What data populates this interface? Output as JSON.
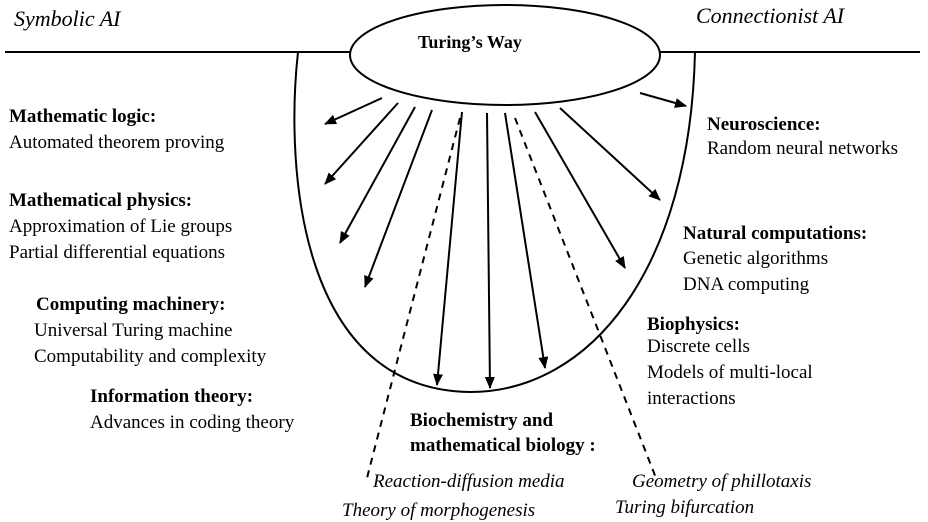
{
  "header": {
    "left": "Symbolic AI",
    "right": "Connectionist AI"
  },
  "center": "Turing’s Way",
  "left_groups": [
    {
      "title": "Mathematic logic:",
      "items": [
        "Automated theorem proving"
      ]
    },
    {
      "title": "Mathematical physics:",
      "items": [
        "Approximation of Lie groups",
        "Partial differential equations"
      ]
    },
    {
      "title": "Computing machinery:",
      "items": [
        "Universal Turing machine",
        "Computability and complexity"
      ]
    },
    {
      "title": "Information theory:",
      "items": [
        "Advances in coding theory"
      ]
    }
  ],
  "right_groups": [
    {
      "title": "Neuroscience:",
      "items": [
        "Random neural networks"
      ]
    },
    {
      "title": "Natural computations:",
      "items": [
        "Genetic algorithms",
        "DNA computing"
      ]
    },
    {
      "title": "Biophysics:",
      "items": [
        "Discrete cells",
        "Models of multi-local",
        "interactions"
      ]
    }
  ],
  "bottom": {
    "title_line1": "Biochemistry and",
    "title_line2": "mathematical biology :",
    "items": [
      "Reaction-diffusion media",
      "Theory of morphogenesis",
      "Geometry of phillotaxis",
      "Turing bifurcation"
    ]
  }
}
